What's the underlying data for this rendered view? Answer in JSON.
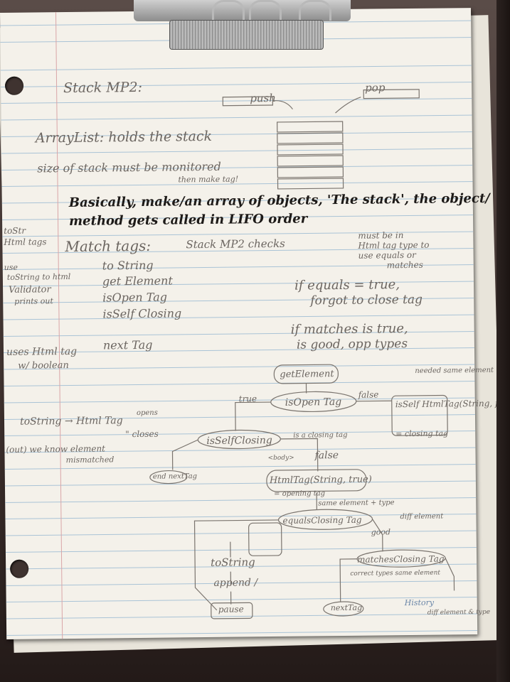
{
  "notes": {
    "header_title": "Stack MP2:",
    "push_label": "push",
    "pop_label": "pop",
    "arraylist_line": "ArrayList: holds the stack",
    "size_line": "size of stack must be monitored",
    "size_sub": "then make tag!",
    "basically_line1": "Basically, make/an array of objects, 'The stack', the object/",
    "basically_line2": "method gets called in LIFO order",
    "match_tags": "Match tags:",
    "stack_mp2_checks": "Stack MP2 checks",
    "methods": [
      "to String",
      "get Element",
      "isOpen Tag",
      "isSelf Closing",
      "next Tag"
    ],
    "right_note1": "must be in",
    "right_note2": "Html tag type to",
    "right_note3": "use equals or",
    "right_note4": "matches",
    "if_equals1": "if equals = true,",
    "if_equals2": "forgot to close tag",
    "if_matches1": "if matches is true,",
    "if_matches2": "is good, opp types",
    "left_margin": [
      "toStr",
      "Html tags",
      "use",
      "toString to html",
      "Validator",
      "prints out",
      "uses Html tag",
      "w/ boolean",
      "(out) we know element",
      "mismatched"
    ],
    "to_string_html_tag": "toString → Html Tag",
    "opens": "opens",
    "closes": "\" closes",
    "flow": {
      "get_element": "getElement",
      "is_open_tag": "isOpen Tag",
      "true_label": "true",
      "false_label": "false",
      "is_self_closing": "isSelfClosing",
      "is_self_html": "isSelf HtmlTag(String, false)",
      "closing_tag": "= closing tag",
      "is_a_closing_tag": "is a closing tag",
      "needed": "needed same element",
      "false_label2": "false",
      "body_label": "<body>",
      "html_tag_string_true": "HtmlTag(String, true)",
      "opening_tag": "= opening tag",
      "end_next_tag": "end nextTag",
      "equals_closing": "equalsClosing Tag",
      "same_element_type": "same element + type",
      "good": "good",
      "diff_element": "diff element",
      "to_string2": "toString",
      "append": "append /",
      "pause": "pause",
      "matches_closing": "matchesClosing Tag",
      "opp_types": "correct types same element",
      "next_tag2": "nextTag",
      "history": "History",
      "wrong_type": "diff element & type"
    }
  }
}
